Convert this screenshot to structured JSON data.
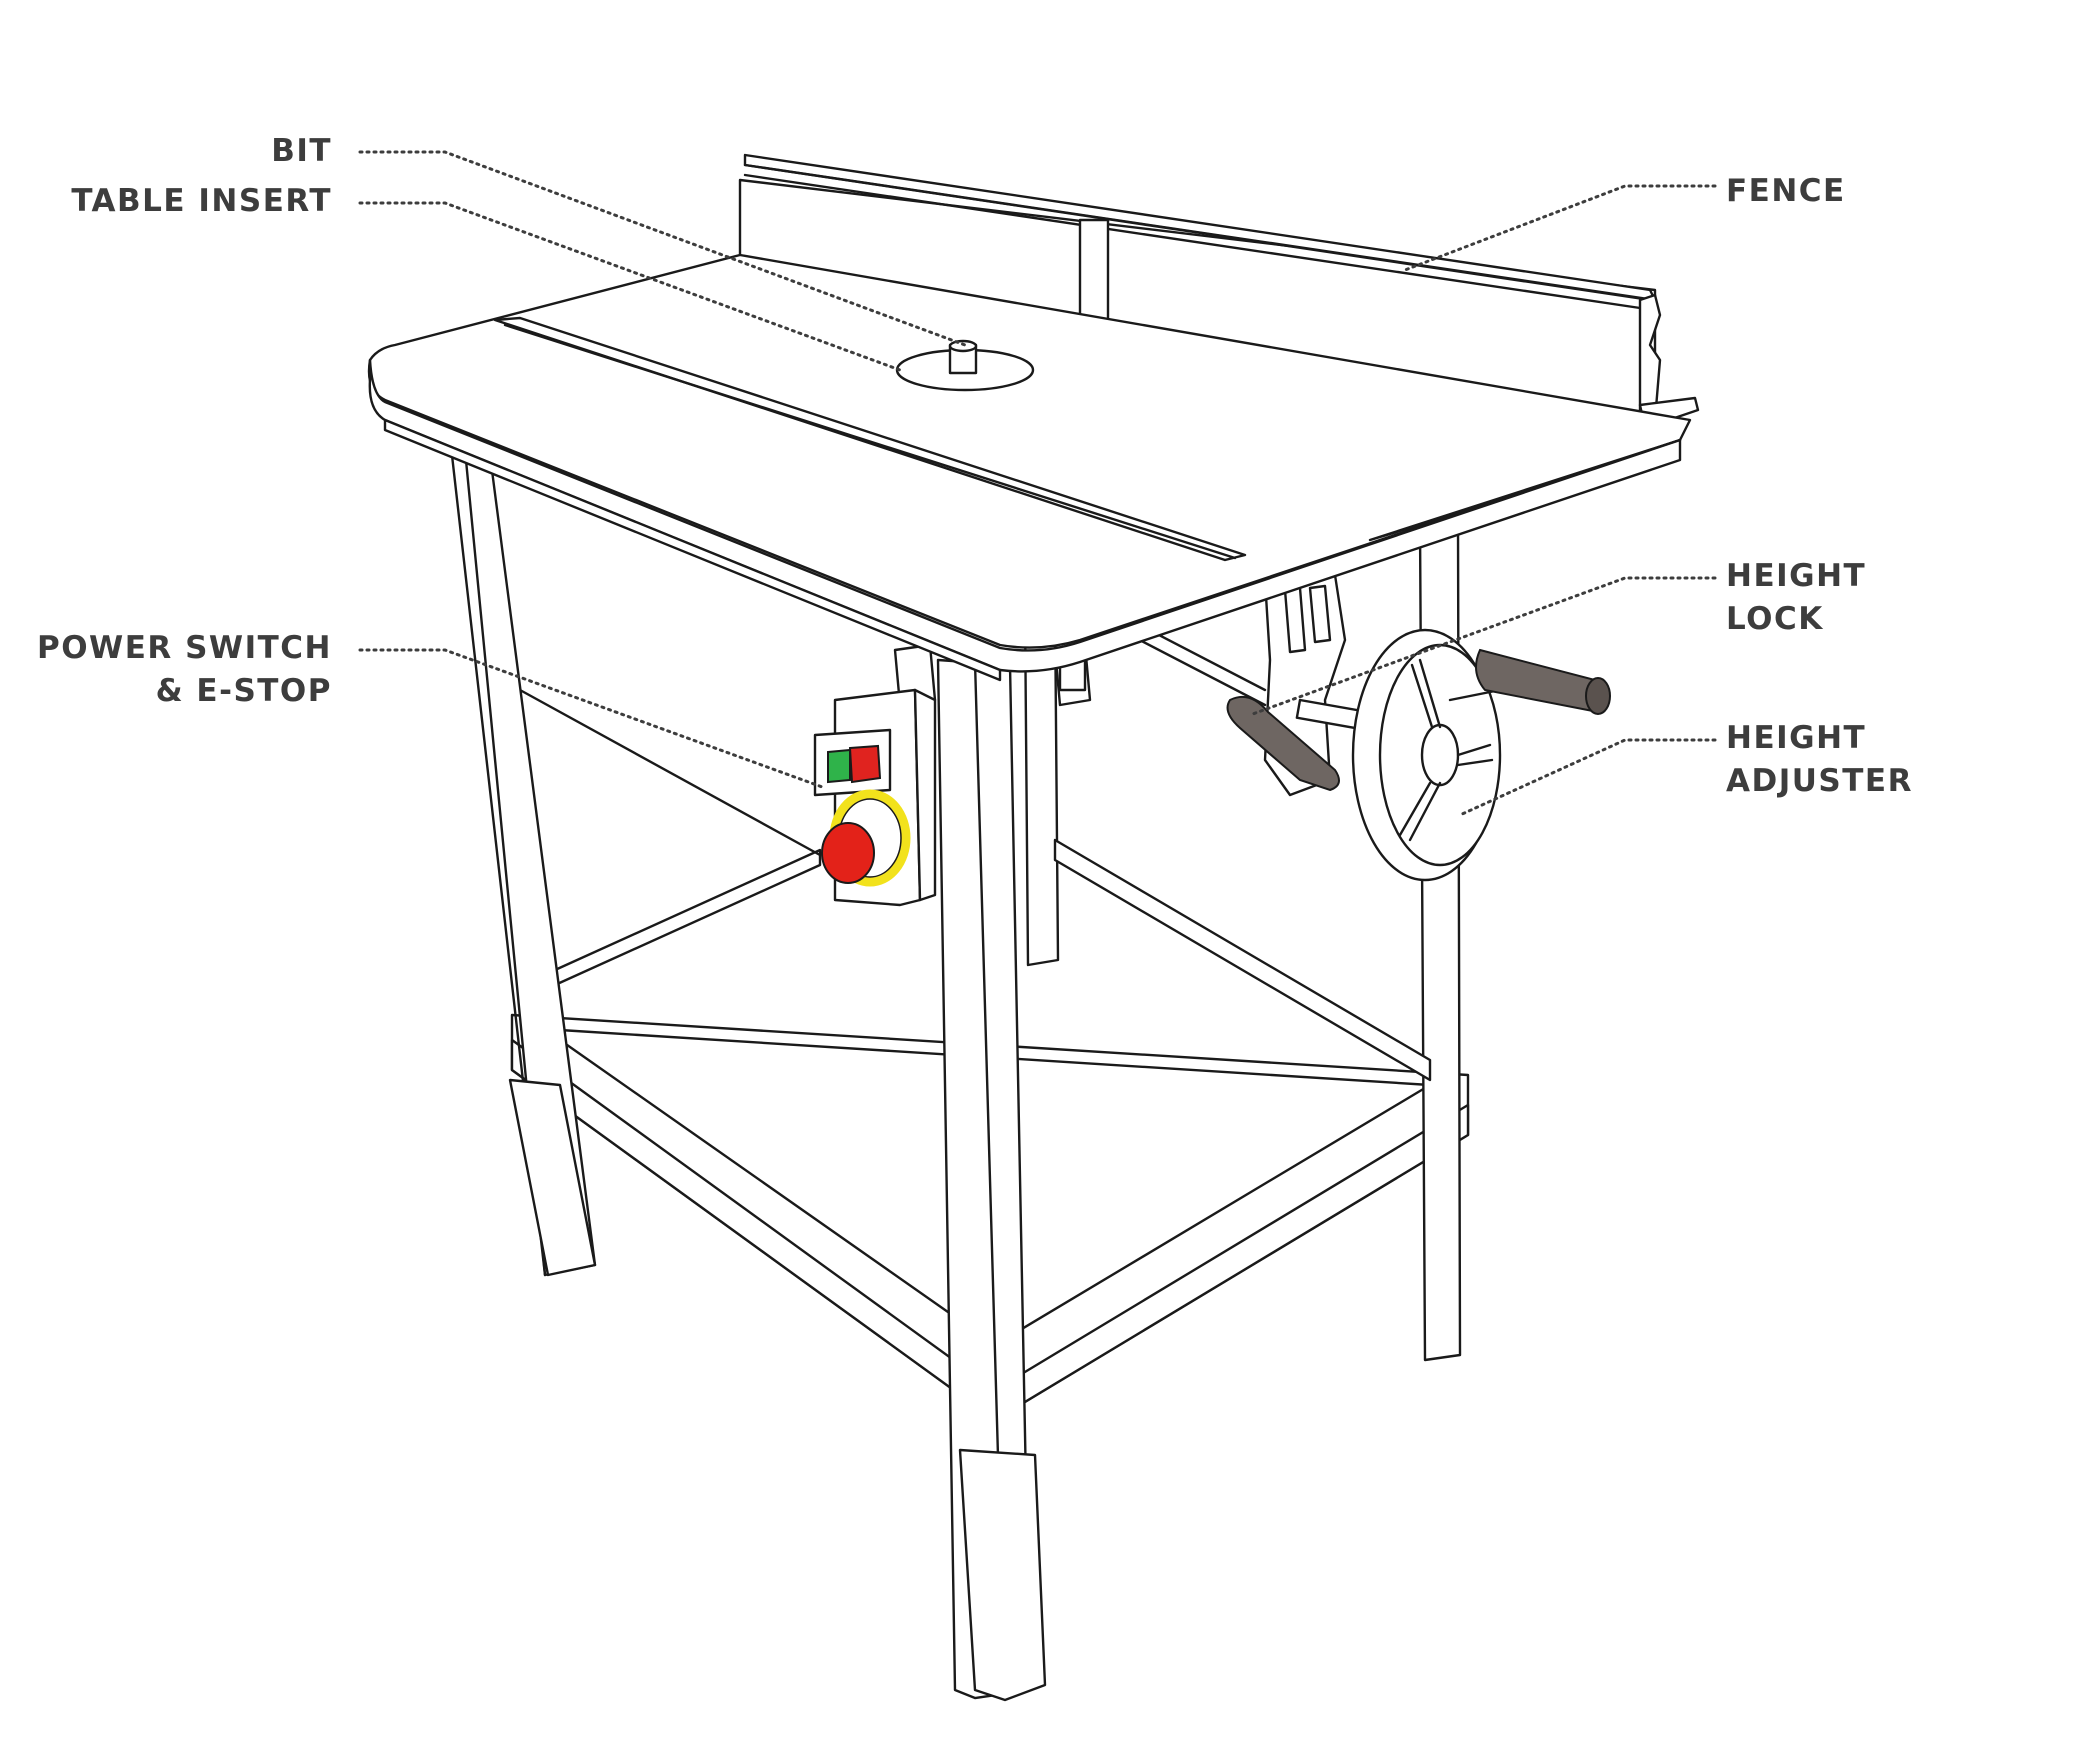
{
  "labels": {
    "bit": "BIT",
    "table_insert": "TABLE INSERT",
    "fence": "FENCE",
    "height_lock": {
      "line1": "HEIGHT",
      "line2": "LOCK"
    },
    "power_switch": {
      "line1": "POWER SWITCH",
      "line2": "& E-STOP"
    },
    "height_adjuster": {
      "line1": "HEIGHT",
      "line2": "ADJUSTER"
    }
  },
  "colors": {
    "label_text": "#3d3d3d",
    "outline": "#1a1a1a",
    "switch_green": "#2fb34a",
    "switch_red": "#e0231f",
    "estop_red": "#e32219",
    "estop_ring_yellow": "#f2e21c",
    "handle_gray": "#6e6662"
  }
}
